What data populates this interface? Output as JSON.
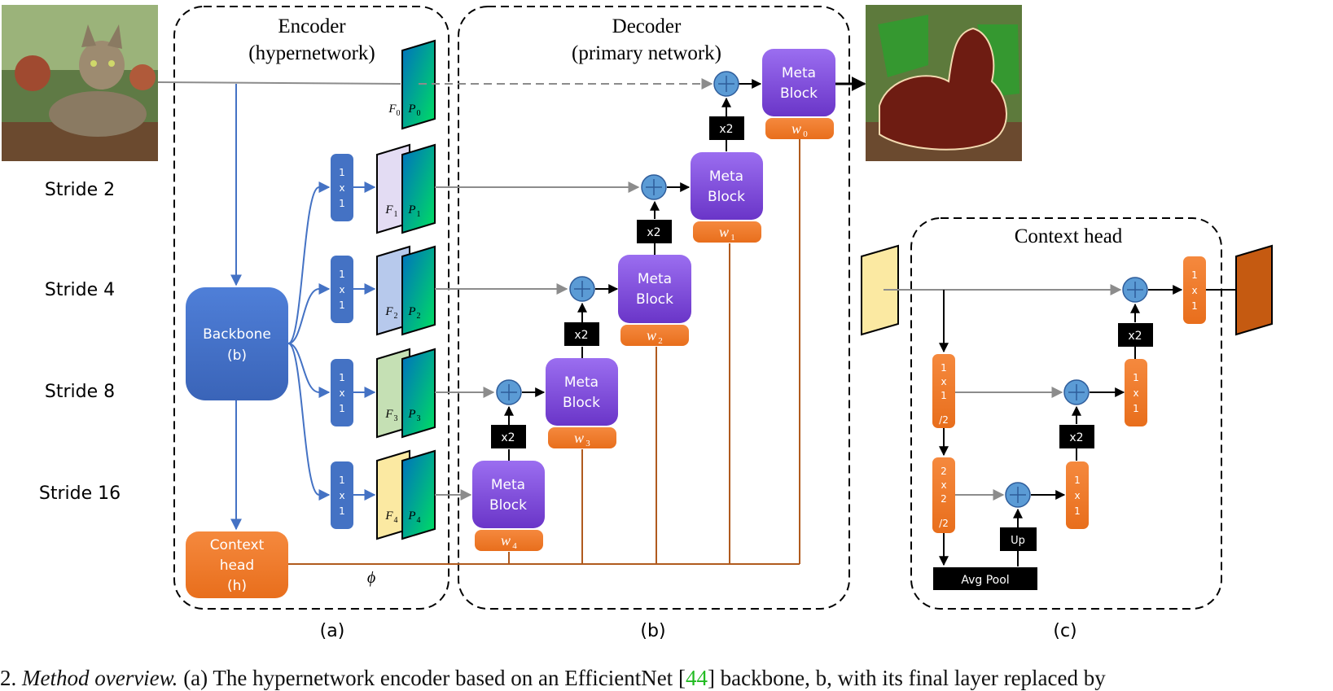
{
  "encoder": {
    "title_line1": "Encoder",
    "title_line2": "(hypernetwork)",
    "phi": "ϕ"
  },
  "decoder": {
    "title_line1": "Decoder",
    "title_line2": "(primary network)"
  },
  "context_panel": {
    "title": "Context head"
  },
  "strides": [
    "Stride 2",
    "Stride 4",
    "Stride 8",
    "Stride 16"
  ],
  "backbone": {
    "line1": "Backbone",
    "line2": "(b)"
  },
  "context_block": {
    "line1": "Context",
    "line2": "head",
    "line3": "(h)"
  },
  "conv1x1": [
    "1",
    "x",
    "1"
  ],
  "feature_labels": {
    "f": [
      "F",
      "F",
      "F",
      "F",
      "F"
    ],
    "p": [
      "P",
      "P",
      "P",
      "P",
      "P"
    ],
    "sub": [
      "0",
      "1",
      "2",
      "3",
      "4"
    ]
  },
  "meta_block": {
    "line1": "Meta",
    "line2": "Block"
  },
  "weights": {
    "letter": "w",
    "subs": [
      "0",
      "1",
      "2",
      "3",
      "4"
    ]
  },
  "upsample": "x2",
  "context_head": {
    "conv_half": [
      "1",
      "x",
      "1",
      "/2"
    ],
    "conv_2x2": [
      "2",
      "x",
      "2",
      "/2"
    ],
    "up": "Up",
    "avg_pool": "Avg Pool"
  },
  "panel_labels": [
    "(a)",
    "(b)",
    "(c)"
  ],
  "caption": {
    "prefix": "2. ",
    "italic": "Method overview.",
    "part1": " (a) The hypernetwork encoder based on an EfficientNet [",
    "ref": "44",
    "part2": "] backbone, b, with its final layer replaced by"
  },
  "colors": {
    "blue": "#4472c4",
    "orange": "#ed7d31",
    "purple": "#7030a0",
    "gray_line": "#8c8c8c",
    "brown_line": "#b05a1e",
    "black": "#000000"
  }
}
